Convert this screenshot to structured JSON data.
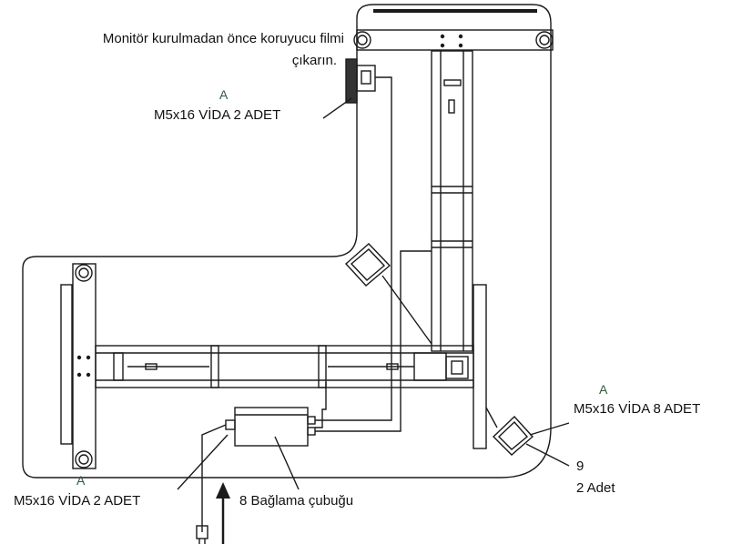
{
  "notes": {
    "monitor_note_line1": "Monitör kurulmadan önce koruyucu filmi",
    "monitor_note_line2": "çıkarın."
  },
  "callouts": {
    "top_marker": "A",
    "top_screws": "M5x16 VİDA 2 ADET",
    "right_marker": "A",
    "right_screws": "M5x16 VİDA 8 ADET",
    "right_part_number": "9",
    "right_part_qty": "2 Adet",
    "bottom_marker": "A",
    "bottom_screws": "M5x16 VİDA 2 ADET",
    "connector_rod": "8 Bağlama çubuğu"
  },
  "colors": {
    "line": "#1a1a1a",
    "marker": "#2f5a3a",
    "background": "#ffffff"
  }
}
